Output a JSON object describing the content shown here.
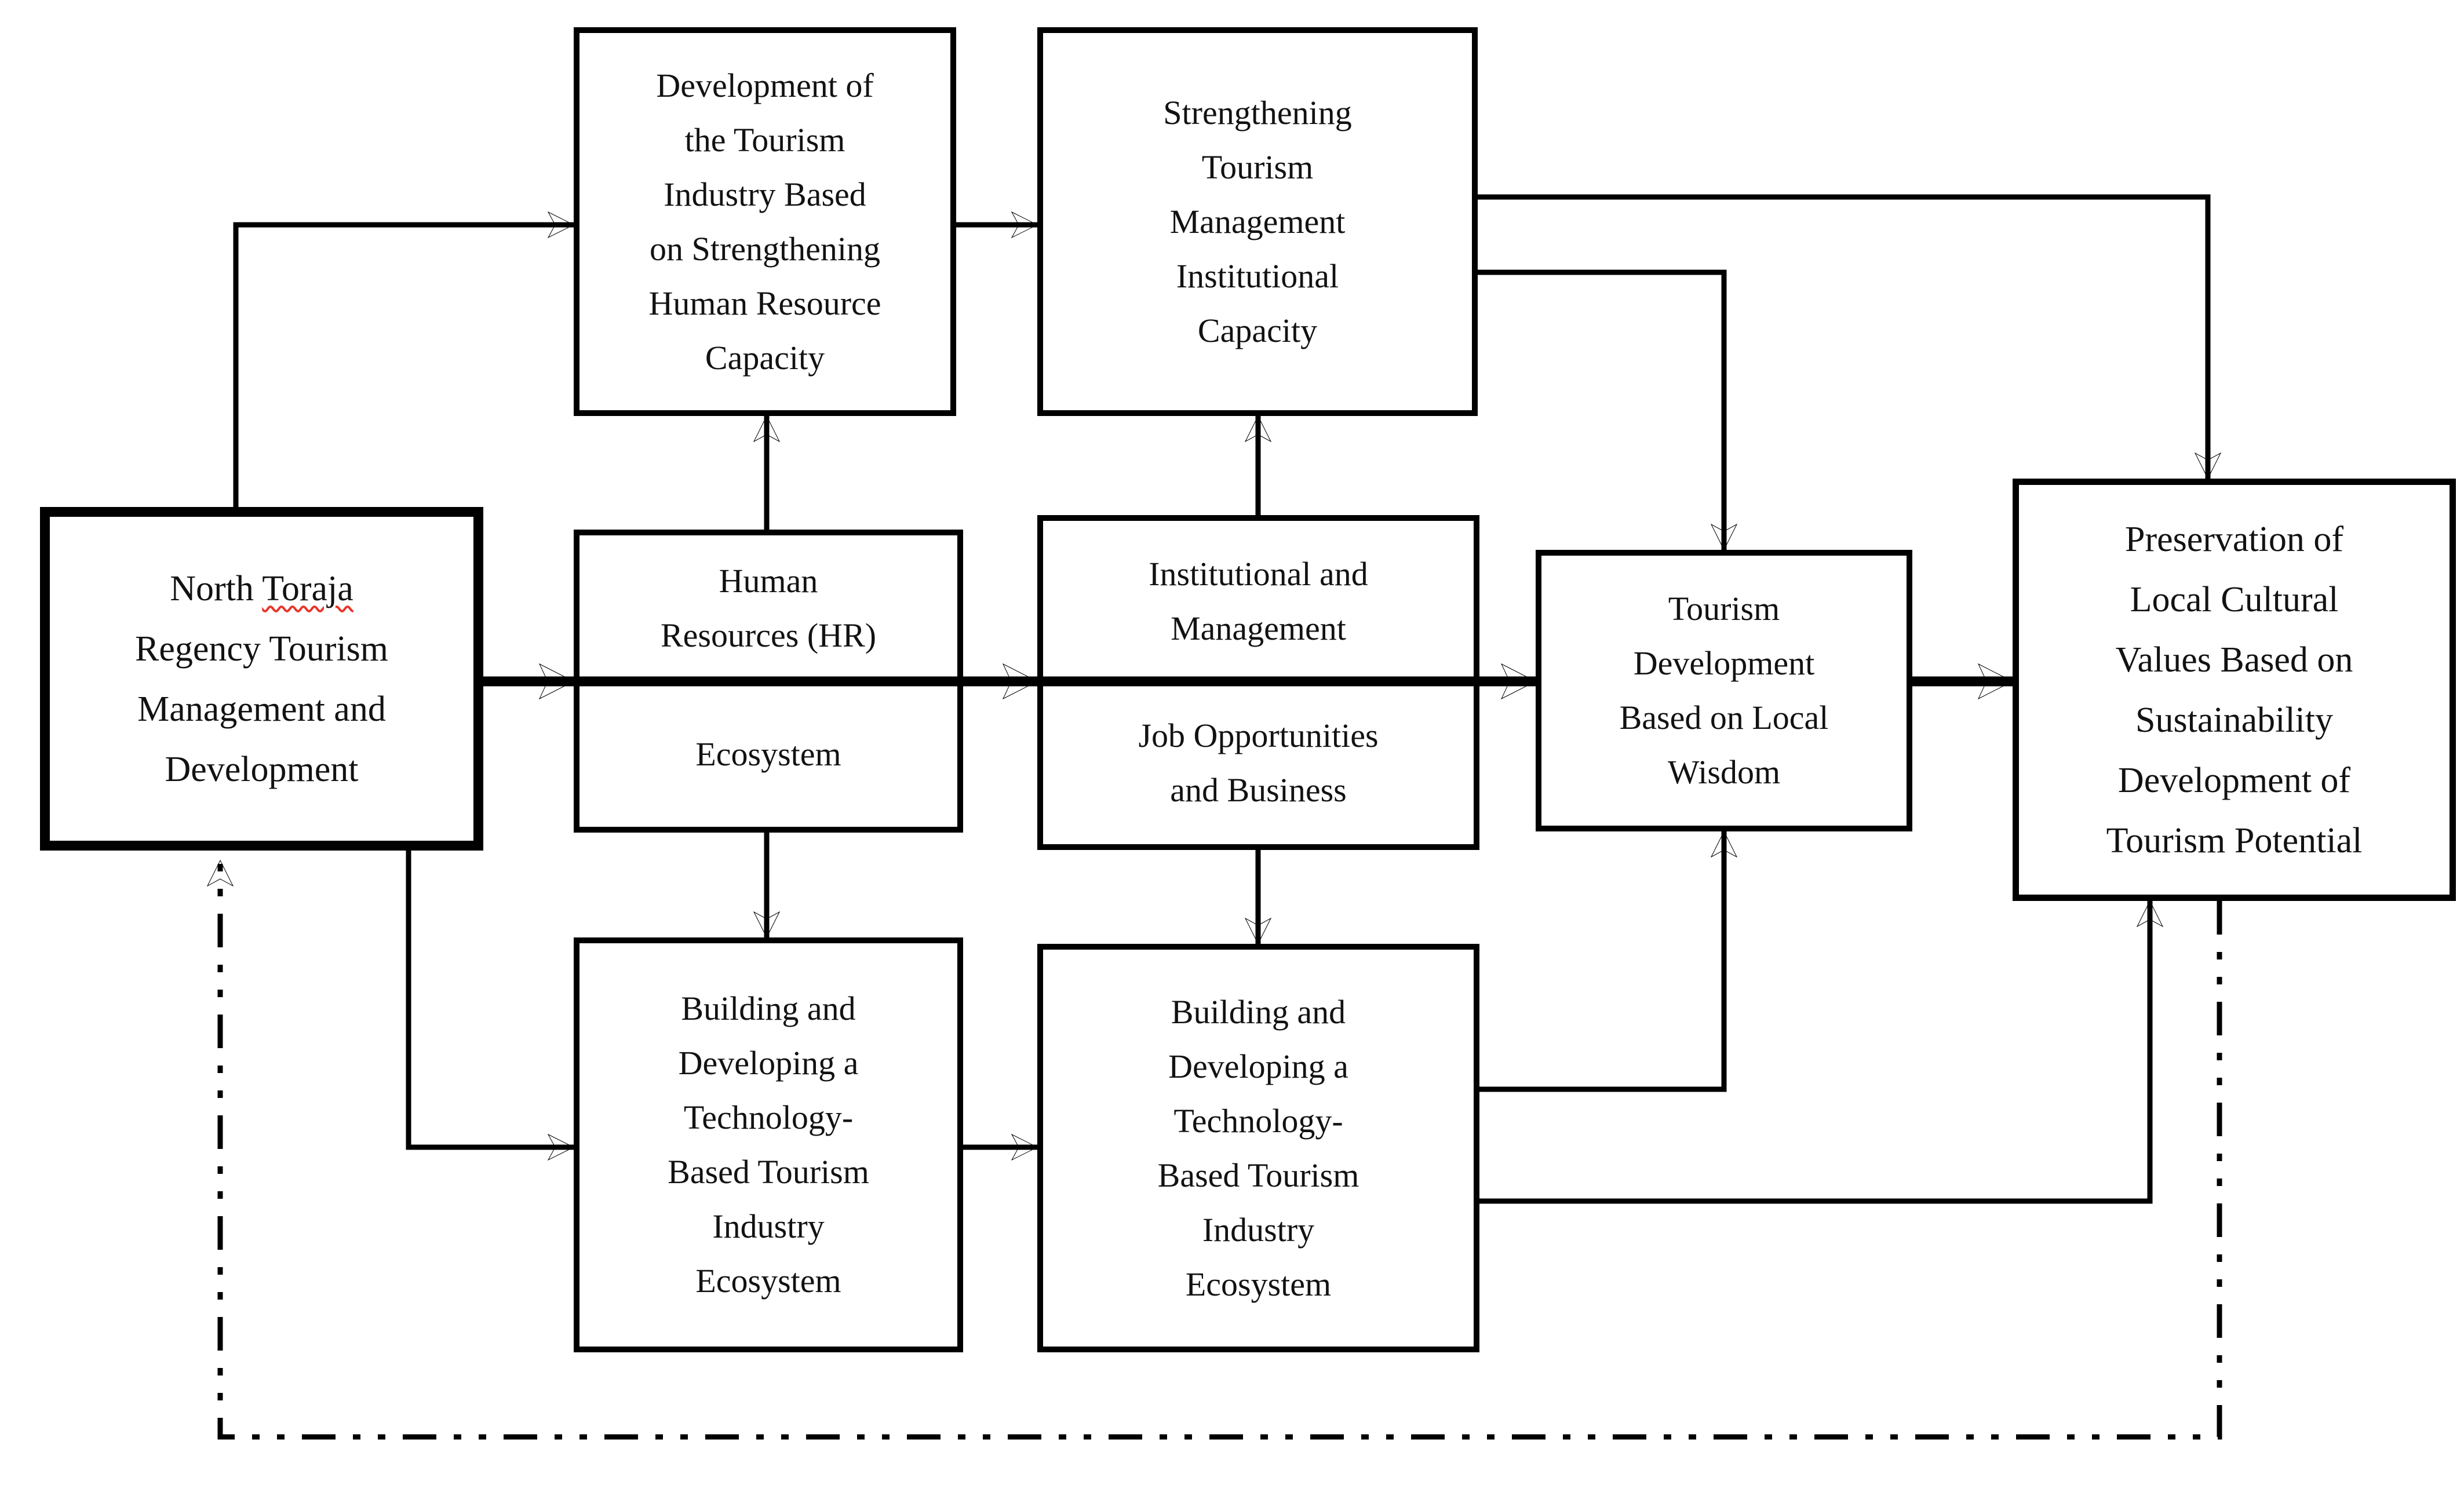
{
  "figure_type": "flowchart",
  "colors": {
    "background": "#ffffff",
    "line": "#000000",
    "text": "#121212",
    "spellcheck_underline": "#e8352a"
  },
  "boxes": {
    "north_toraja": {
      "line1_prefix": "North",
      "line1_word": "Toraja",
      "lines_rest": [
        "Regency Tourism",
        "Management and",
        "Development"
      ]
    },
    "dev_hr_capacity": {
      "lines": [
        "Development of",
        "the Tourism",
        "Industry Based",
        "on Strengthening",
        "Human Resource",
        "Capacity"
      ]
    },
    "strengthening_institutional": {
      "lines": [
        "Strengthening",
        "Tourism",
        "Management",
        "Institutional",
        "Capacity"
      ]
    },
    "hr_ecosystem": {
      "top_lines": [
        "Human",
        "Resources (HR)"
      ],
      "bottom_lines": [
        "Ecosystem"
      ]
    },
    "institutional_job": {
      "top_lines": [
        "Institutional and",
        "Management"
      ],
      "bottom_lines": [
        "Job Opportunities",
        "and Business"
      ]
    },
    "tourism_local_wisdom": {
      "lines": [
        "Tourism",
        "Development",
        "Based on Local",
        "Wisdom"
      ]
    },
    "preservation": {
      "lines": [
        "Preservation of",
        "Local Cultural",
        "Values Based on",
        "Sustainability",
        "Development of",
        "Tourism Potential"
      ]
    },
    "tech_ecosystem_left": {
      "lines": [
        "Building and",
        "Developing a",
        "Technology-",
        "Based Tourism",
        "Industry",
        "Ecosystem"
      ]
    },
    "tech_ecosystem_right": {
      "lines": [
        "Building and",
        "Developing a",
        "Technology-",
        "Based Tourism",
        "Industry",
        "Ecosystem"
      ]
    }
  }
}
